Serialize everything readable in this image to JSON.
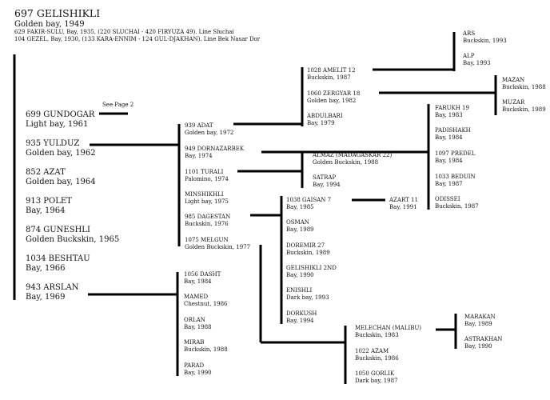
{
  "header": {
    "name": "697 GELISHIKLI",
    "sub": "Golden bay, 1949",
    "line1": "629 FAKIR-SULU, Bay, 1935, (220 SLUCHAI - 420 FIRYUZA 49). Line Sluchai",
    "line2": "104 GEZEL, Bay, 1930, (133 KARA-ENNIM - 124 GUL-DJAKHAN). Line Bek Nasar Dor"
  },
  "see_page_note": "See Page 2",
  "sons": [
    {
      "name": "699 GUNDOGAR",
      "sub": "Light bay, 1961"
    },
    {
      "name": "935 YULDUZ",
      "sub": "Golden bay, 1962"
    },
    {
      "name": "852 AZAT",
      "sub": "Golden bay, 1964"
    },
    {
      "name": "913 POLET",
      "sub": "Bay, 1964"
    },
    {
      "name": "874 GUNESHLI",
      "sub": "Golden Buckskin, 1965"
    },
    {
      "name": "1034 BESHTAU",
      "sub": "Bay, 1966"
    },
    {
      "name": "943 ARSLAN",
      "sub": "Bay, 1969"
    }
  ],
  "yulduz_sons": [
    {
      "name": "939 ADAT",
      "sub": "Golden bay, 1972"
    },
    {
      "name": "949 DORNAZARBEK",
      "sub": "Bay, 1974"
    },
    {
      "name": "1101 TURALI",
      "sub": "Palomino, 1974"
    },
    {
      "name": "MINSHIKHLI",
      "sub": "Light bay, 1975"
    },
    {
      "name": "985 DAGESTAN",
      "sub": "Buckskin, 1976"
    },
    {
      "name": "1075 MELGUN",
      "sub": "Golden Buckskin, 1977"
    }
  ],
  "adat_sons": [
    {
      "name": "1028 AMELIT 12",
      "sub": "Buckskin, 1987"
    },
    {
      "name": "1060 ZERGYAR 18",
      "sub": "Golden bay, 1982"
    },
    {
      "name": "ABDULBARI",
      "sub": "Bay, 1979"
    }
  ],
  "amelit_sons": [
    {
      "name": "ARS",
      "sub": "Buckskin, 1993"
    },
    {
      "name": "ALP",
      "sub": "Bay, 1993"
    }
  ],
  "zergyar_sons": [
    {
      "name": "MAZAN",
      "sub": "Buckskin, 1988"
    },
    {
      "name": "MUZAR",
      "sub": "Buckskin, 1989"
    }
  ],
  "dornazarbek_sons": [
    {
      "name": "FARUKH 19",
      "sub": "Bay, 1983"
    },
    {
      "name": "PADISHAKH",
      "sub": "Bay, 1984"
    },
    {
      "name": "1097 PREDEL",
      "sub": "Bay, 1984"
    },
    {
      "name": "1033 BEDUIN",
      "sub": "Bay, 1987"
    },
    {
      "name": "ODISSEI",
      "sub": "Buckskin, 1987"
    }
  ],
  "turali_sons": [
    {
      "name": "ALMAZ (MADAGASKAR 22)",
      "sub": "Golden Buckskin, 1988"
    },
    {
      "name": "SATRAP",
      "sub": "Bay, 1994"
    }
  ],
  "dagestan_sons": [
    {
      "name": "1038 GAISAN 7",
      "sub": "Bay, 1985"
    },
    {
      "name": "OSMAN",
      "sub": "Bay, 1989"
    },
    {
      "name": "DOREMIR 27",
      "sub": "Buckskin, 1989"
    },
    {
      "name": "GELISHIKLI 2ND",
      "sub": "Bay, 1990"
    },
    {
      "name": "ENISHLI",
      "sub": "Dark bay, 1993"
    },
    {
      "name": "DORKUSH",
      "sub": "Bay, 1994"
    }
  ],
  "gaisan_son": {
    "name": "AZART 11",
    "sub": "Bay, 1991"
  },
  "melgun_sons": [
    {
      "name": "MELECHAN (MALIBU)",
      "sub": "Buckskin, 1983"
    },
    {
      "name": "1022 AZAM",
      "sub": "Buckskin, 1986"
    },
    {
      "name": "1050 GORLIK",
      "sub": "Dark bay, 1987"
    }
  ],
  "melechan_sons": [
    {
      "name": "MARAKAN",
      "sub": "Bay, 1989"
    },
    {
      "name": "ASTRAKHAN",
      "sub": "Bay, 1990"
    }
  ],
  "arslan_sons": [
    {
      "name": "1056 DASHT",
      "sub": "Bay, 1984"
    },
    {
      "name": "MAMED",
      "sub": "Chestnut, 1986"
    },
    {
      "name": "ORLAN",
      "sub": "Bay, 1988"
    },
    {
      "name": "MIRAB",
      "sub": "Buckskin, 1988"
    },
    {
      "name": "PARAD",
      "sub": "Bay, 1990"
    }
  ]
}
